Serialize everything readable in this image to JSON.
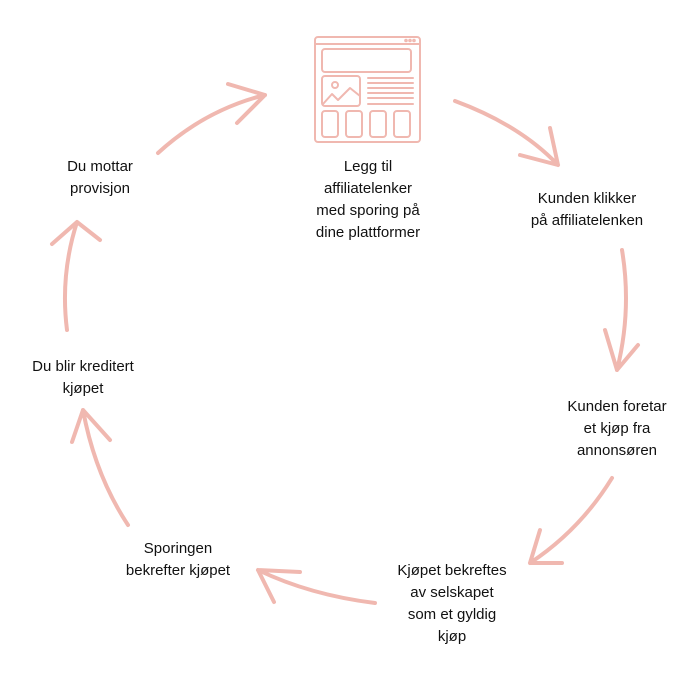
{
  "accent_color": "#f0b8b0",
  "icon": "webpage-layout-icon",
  "steps": [
    {
      "lines": [
        "Legg til",
        "affiliatelenker",
        "med sporing på",
        "dine plattformer"
      ]
    },
    {
      "lines": [
        "Kunden klikker",
        "på affiliatelenken"
      ]
    },
    {
      "lines": [
        "Kunden foretar",
        "et kjøp fra",
        "annonsøren"
      ]
    },
    {
      "lines": [
        "Kjøpet bekreftes",
        "av selskapet",
        "som et gyldig",
        "kjøp"
      ]
    },
    {
      "lines": [
        "Sporingen",
        "bekrefter kjøpet"
      ]
    },
    {
      "lines": [
        "Du blir kreditert",
        "kjøpet"
      ]
    },
    {
      "lines": [
        "Du mottar",
        "provisjon"
      ]
    }
  ]
}
